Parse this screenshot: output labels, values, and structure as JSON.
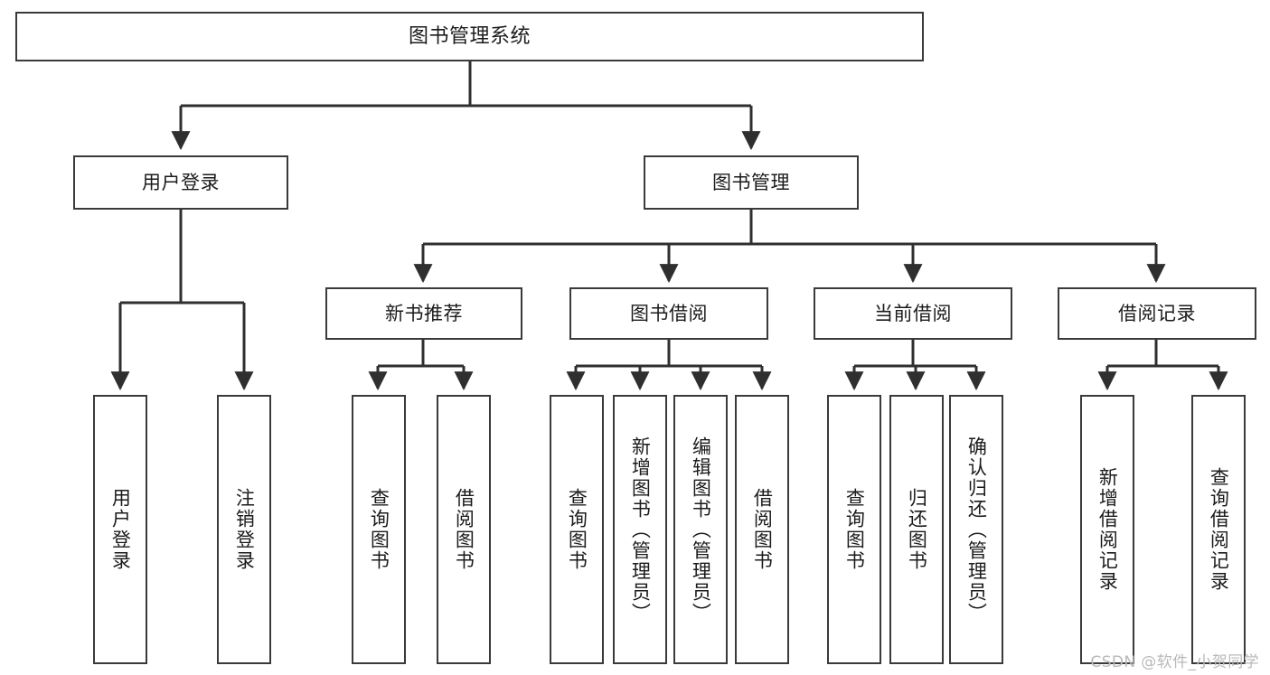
{
  "diagram": {
    "title": "图书管理系统",
    "type": "tree-hierarchy-diagram",
    "root": {
      "label": "图书管理系统"
    },
    "level2": [
      {
        "label": "用户登录"
      },
      {
        "label": "图书管理"
      }
    ],
    "level3": [
      {
        "label": "新书推荐"
      },
      {
        "label": "图书借阅"
      },
      {
        "label": "当前借阅"
      },
      {
        "label": "借阅记录"
      }
    ],
    "leaves": {
      "user_login": [
        {
          "label": "用户登录"
        },
        {
          "label": "注销登录"
        }
      ],
      "new_book_recommend": [
        {
          "label": "查询图书"
        },
        {
          "label": "借阅图书"
        }
      ],
      "book_borrow": [
        {
          "label": "查询图书"
        },
        {
          "label": "新增图书（管理员）"
        },
        {
          "label": "编辑图书（管理员）"
        },
        {
          "label": "借阅图书"
        }
      ],
      "current_borrow": [
        {
          "label": "查询图书"
        },
        {
          "label": "归还图书"
        },
        {
          "label": "确认归还（管理员）"
        }
      ],
      "borrow_record": [
        {
          "label": "新增借阅记录"
        },
        {
          "label": "查询借阅记录"
        }
      ]
    }
  },
  "watermark": {
    "text": "CSDN @软件_小贺同学"
  },
  "colors": {
    "background": "#ffffff",
    "box_border": "#3a3a3a",
    "box_fill": "#ffffff",
    "text": "#1b1b1b",
    "connector": "#2f2f2f",
    "watermark": "#b9b9b9"
  }
}
